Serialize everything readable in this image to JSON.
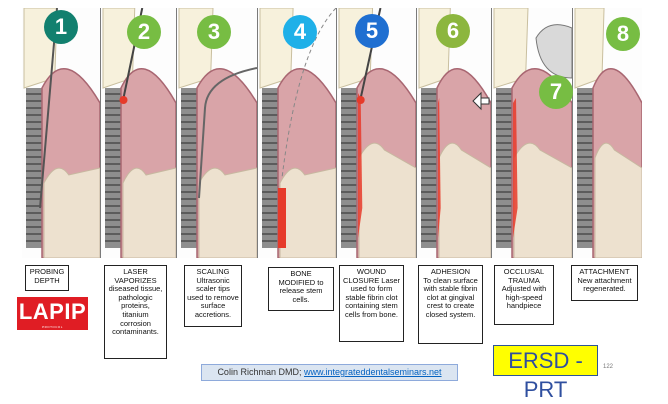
{
  "colors": {
    "teal": "#12806f",
    "green": "#77bd43",
    "sky": "#1fb0e8",
    "blue": "#1f6fd1",
    "olive": "#8cb63e",
    "gum": "#d9a4a8",
    "gum_dark": "#a86671",
    "bone": "#ede1cf",
    "laser": "#e63a2a",
    "tooth": "#f7f1dc"
  },
  "steps": [
    {
      "number": "1",
      "title": "PROBING",
      "description": "DEPTH",
      "badge_color": "#12806f",
      "icon": "probe-icon"
    },
    {
      "number": "2",
      "title": "LASER",
      "description": "VAPORIZES diseased tissue, pathologic proteins, titanium corrosion contaminants.",
      "badge_color": "#77bd43",
      "icon": "laser-fiber-icon"
    },
    {
      "number": "3",
      "title": "SCALING",
      "description": "Ultrasonic scaler tips used to remove surface accretions.",
      "badge_color": "#77bd43",
      "icon": "scaler-icon"
    },
    {
      "number": "4",
      "title": "BONE",
      "description": "MODIFIED to release stem cells.",
      "badge_color": "#1fb0e8",
      "icon": "bone-modifier-icon"
    },
    {
      "number": "5",
      "title": "WOUND",
      "description": "CLOSURE Laser used to form stable fibrin clot containing stem cells from bone.",
      "badge_color": "#1f6fd1",
      "icon": "laser-fiber-icon"
    },
    {
      "number": "6",
      "title": "ADHESION",
      "description": "To clean surface with stable fibrin clot at gingival crest to create closed system.",
      "badge_color": "#8cb63e",
      "icon": "compress-arrow-icon"
    },
    {
      "number": "7",
      "title": "OCCLUSAL",
      "description": "TRAUMA Adjusted with high-speed handpiece",
      "badge_color": "#77bd43",
      "icon": "handpiece-icon"
    },
    {
      "number": "8",
      "title": "ATTACHMENT",
      "description": "New attachment regenerated.",
      "badge_color": "#77bd43",
      "icon": "implant-icon"
    }
  ],
  "logo": {
    "text": "LAPIP",
    "subtext": "PROTOCOL"
  },
  "credit": {
    "name": "Colin Richman DMD;",
    "link": "www.integrateddentalseminars.net"
  },
  "label": {
    "text": "ERSD -PRT"
  },
  "page_number": "122"
}
